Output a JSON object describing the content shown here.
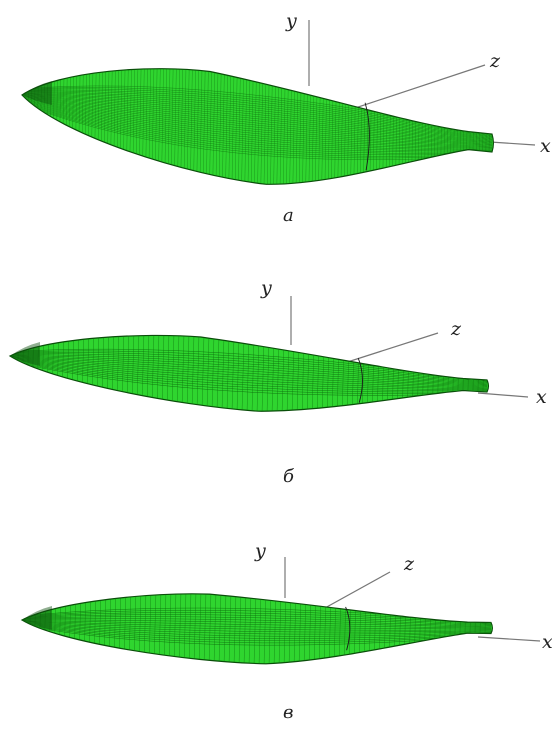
{
  "colors": {
    "hull_fill": "#2fd52f",
    "hull_dark": "#0a4d0a",
    "mesh": "#0d6e0d",
    "axis": "#777777",
    "text": "#222222"
  },
  "panels": [
    {
      "id": "a",
      "caption": "a",
      "axes": {
        "x": "x",
        "y": "y",
        "z": "z"
      },
      "mesh": "dense grid"
    },
    {
      "id": "b",
      "caption": "б",
      "axes": {
        "x": "x",
        "y": "y",
        "z": "z"
      },
      "mesh": "longitudinal lines"
    },
    {
      "id": "c",
      "caption": "в",
      "axes": {
        "x": "x",
        "y": "y",
        "z": "z"
      },
      "mesh": "longitudinal lines"
    }
  ]
}
